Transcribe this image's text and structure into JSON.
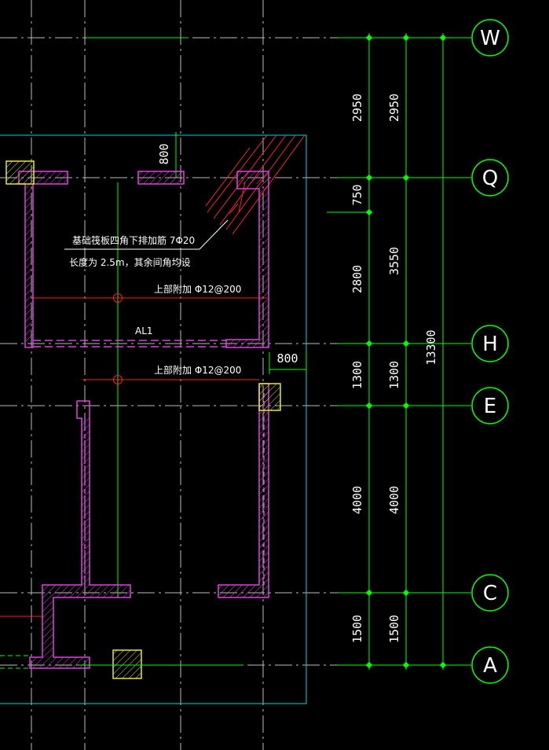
{
  "axes": [
    {
      "id": "W",
      "label": "W"
    },
    {
      "id": "Q",
      "label": "Q"
    },
    {
      "id": "H",
      "label": "H"
    },
    {
      "id": "E",
      "label": "E"
    },
    {
      "id": "C",
      "label": "C"
    },
    {
      "id": "A",
      "label": "A"
    }
  ],
  "dimensions": {
    "col1": [
      "2950",
      "750",
      "2800",
      "1300",
      "4000",
      "1500"
    ],
    "col2": [
      "2950",
      "3550",
      "1300",
      "4000",
      "1500"
    ],
    "total": "13300",
    "width_800_top": "800",
    "width_800_side": "800"
  },
  "annotations": {
    "note_line1": "基础筏板四角下排加筋 7Φ20",
    "note_line2": "长度为 2.5m，其余间角均设",
    "top_rebar_1": "上部附加 Φ12@200",
    "top_rebar_2": "上部附加 Φ12@200",
    "beam": "AL1"
  },
  "colors": {
    "background": "#000000",
    "grid": "#c8c8c8",
    "dimension": "#00ff00",
    "wall": "#e040e0",
    "slab_outline": "#00e0e0",
    "rebar": "#ff2020",
    "column": "#ffff40",
    "text": "#ffffff"
  }
}
